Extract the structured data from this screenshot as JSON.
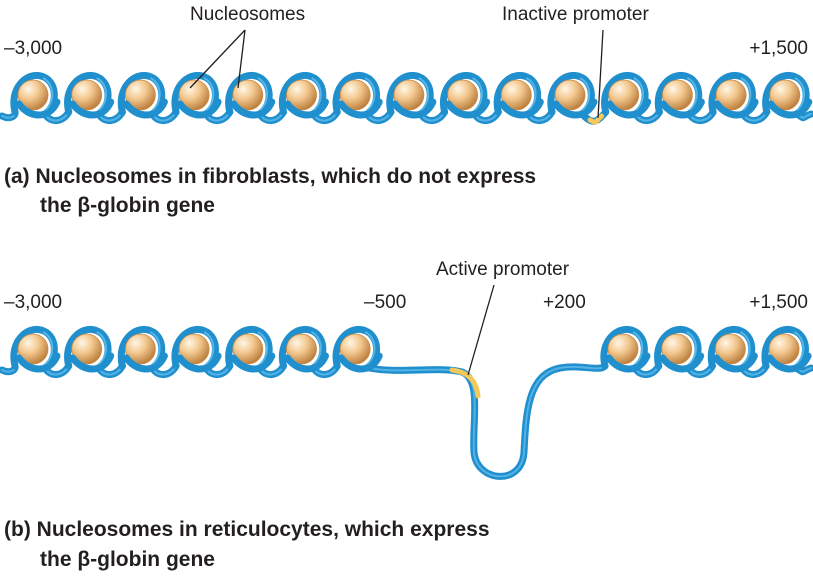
{
  "panel_a": {
    "left_coord": "–3,000",
    "right_coord": "+1,500",
    "nucleosomes_label": "Nucleosomes",
    "promoter_label": "Inactive promoter",
    "caption_line1": "(a) Nucleosomes in fibroblasts, which do not express",
    "caption_line2": "the β-globin gene"
  },
  "panel_b": {
    "left_coord": "–3,000",
    "mid_left_coord": "–500",
    "mid_right_coord": "+200",
    "right_coord": "+1,500",
    "promoter_label": "Active promoter",
    "caption_line1": "(b) Nucleosomes in reticulocytes, which express",
    "caption_line2": "the β-globin gene"
  },
  "colors": {
    "dna": "#1f8fce",
    "dna_highlight": "#7fd0f5",
    "histone_light": "#fbe3c0",
    "histone_dark": "#c98a45",
    "promoter": "#f6c85a",
    "text": "#231f20"
  }
}
